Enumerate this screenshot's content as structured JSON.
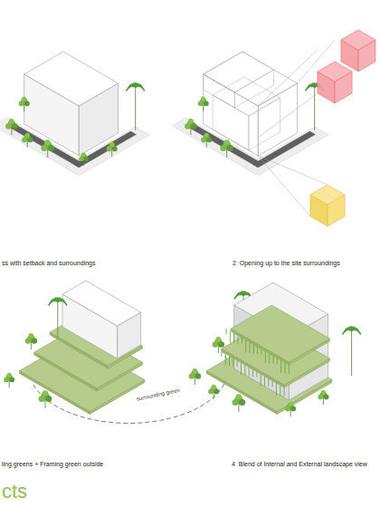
{
  "diagram": {
    "title": "cts",
    "labels": [
      "ss with setback and surroundings",
      "2  Opening up to the site surroundings",
      "surrounding green",
      "ling greens + Framing green outside",
      "4  Blend of Internal and External landscape view"
    ]
  }
}
